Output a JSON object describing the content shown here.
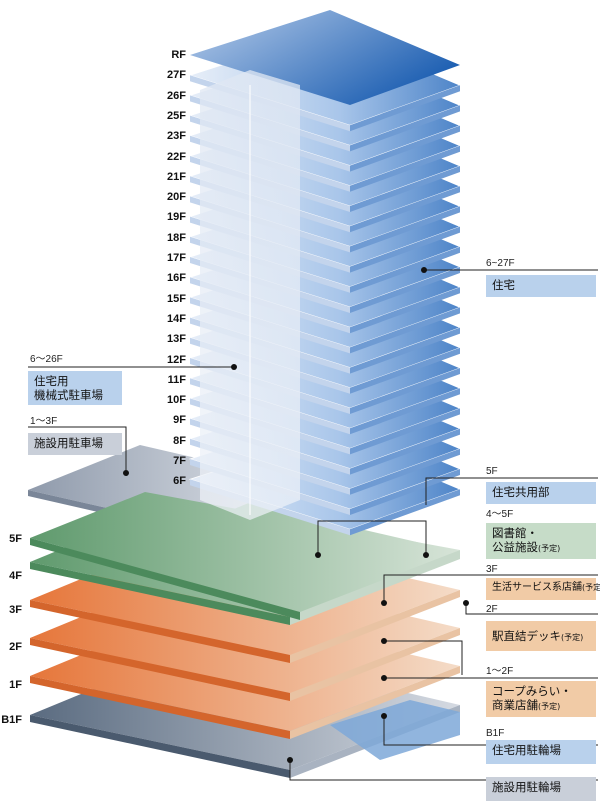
{
  "floors": {
    "tower": [
      "RF",
      "27F",
      "26F",
      "25F",
      "23F",
      "22F",
      "21F",
      "20F",
      "19F",
      "18F",
      "17F",
      "16F",
      "15F",
      "14F",
      "13F",
      "12F",
      "11F",
      "10F",
      "9F",
      "8F",
      "7F",
      "6F"
    ],
    "podium": [
      "5F",
      "4F",
      "3F",
      "2F",
      "1F",
      "B1F"
    ]
  },
  "callouts": {
    "residential": {
      "floors": "6~27F",
      "label": "住宅"
    },
    "mech_parking": {
      "floors": "6～26F",
      "line1": "住宅用",
      "line2": "機械式駐車場"
    },
    "facility_parking": {
      "floors": "1～3F",
      "label": "施設用駐車場"
    },
    "common": {
      "floors": "5F",
      "label": "住宅共用部"
    },
    "library": {
      "floors": "4～5F",
      "line1": "図書館・",
      "line2": "公益施設",
      "note": "(予定)"
    },
    "life_service": {
      "floors": "3F",
      "label": "生活サービス系店舗",
      "note": "(予定)"
    },
    "station_deck": {
      "floors": "2F",
      "label": "駅直結デッキ",
      "note": "(予定)"
    },
    "commercial": {
      "floors": "1～2F",
      "line1": "コープみらい・",
      "line2": "商業店舗",
      "note": "(予定)"
    },
    "resident_bikes": {
      "floors": "B1F",
      "label": "住宅用駐輪場"
    },
    "facility_bikes": {
      "label": "施設用駐輪場"
    }
  },
  "colors": {
    "tower_blue": "#4d84c8",
    "tower_blue_light": "#a9c6ea",
    "tower_glass": "#d9e2f0",
    "green": "#7fae8b",
    "orange": "#e98a4e",
    "slate": "#6d7d90",
    "box_blue": "#b9d1ec",
    "box_orange": "#f1cba6",
    "box_green": "#c6dcc8",
    "box_gray": "#c9cfd9"
  }
}
